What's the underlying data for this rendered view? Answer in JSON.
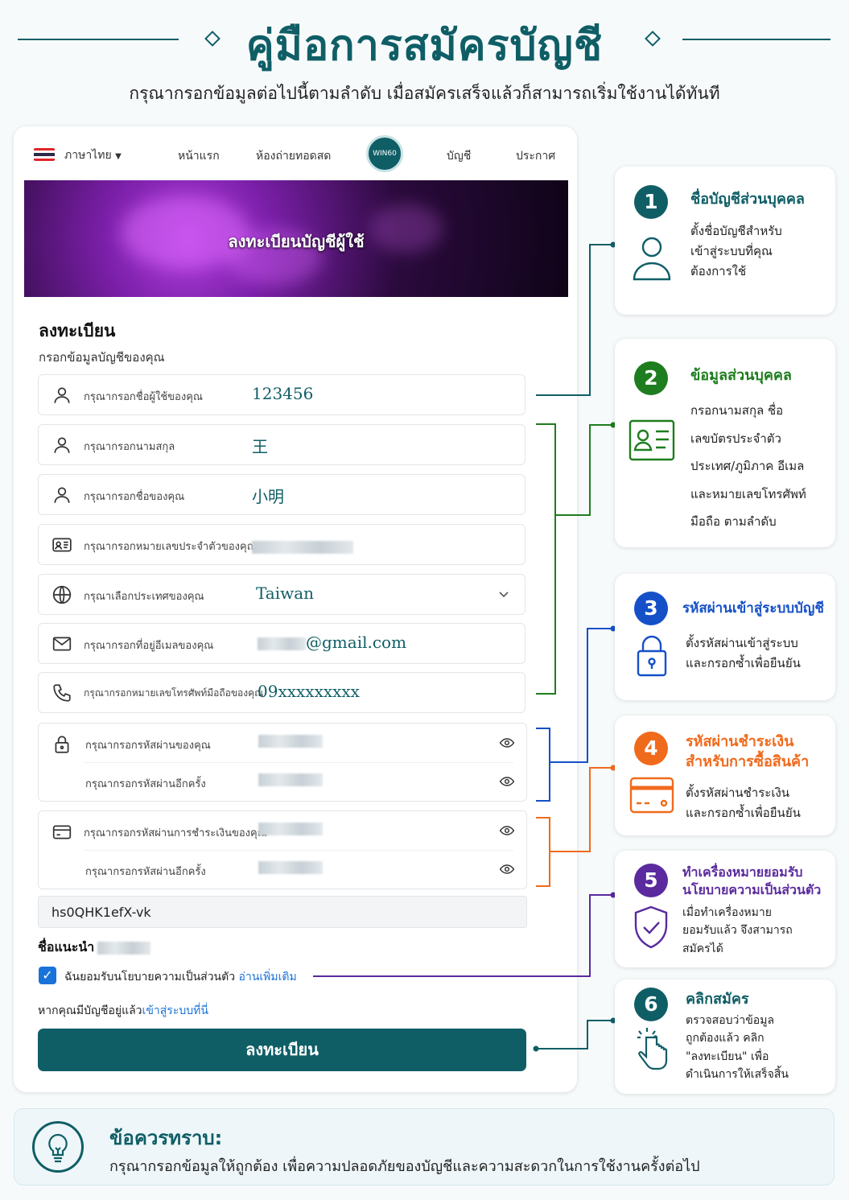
{
  "header": {
    "title": "คู่มือการสมัครบัญชี",
    "subtitle": "กรุณากรอกข้อมูลต่อไปนี้ตามลำดับ เมื่อสมัครเสร็จแล้วก็สามารถเริ่มใช้งานได้ทันที"
  },
  "nav": {
    "language": "ภาษาไทย",
    "items": [
      "หน้าแรก",
      "ห้องถ่ายทอดสด",
      "บัญชี",
      "ประกาศ"
    ],
    "logo_text": "WIN60"
  },
  "banner": {
    "text": "ลงทะเบียนบัญชีผู้ใช้"
  },
  "form": {
    "heading": "ลงทะเบียน",
    "subheading": "กรอกข้อมูลบัญชีของคุณ",
    "fields": [
      {
        "icon": "user-icon",
        "placeholder": "กรุณากรอกชื่อผู้ใช้ของคุณ",
        "value": "123456"
      },
      {
        "icon": "user-icon",
        "placeholder": "กรุณากรอกนามสกุล",
        "value": "王"
      },
      {
        "icon": "user-icon",
        "placeholder": "กรุณากรอกชื่อของคุณ",
        "value": "小明"
      },
      {
        "icon": "id-card-icon",
        "placeholder": "กรุณากรอกหมายเลขประจำตัวของคุณ",
        "value": ""
      },
      {
        "icon": "globe-icon",
        "placeholder": "กรุณาเลือกประเทศของคุณ",
        "value": "Taiwan"
      },
      {
        "icon": "mail-icon",
        "placeholder": "กรุณากรอกที่อยู่อีเมลของคุณ",
        "value": "@gmail.com"
      },
      {
        "icon": "phone-icon",
        "placeholder": "กรุณากรอกหมายเลขโทรศัพท์มือถือของคุณ",
        "value": "09xxxxxxxxx"
      }
    ],
    "login_password": {
      "placeholder": "กรุณากรอกรหัสผ่านของคุณ",
      "confirm_placeholder": "กรุณากรอกรหัสผ่านอีกครั้ง"
    },
    "payment_password": {
      "placeholder": "กรุณากรอกรหัสผ่านการชำระเงินของคุณ",
      "confirm_placeholder": "กรุณากรอกรหัสผ่านอีกครั้ง"
    },
    "referral_code": "hs0QHK1efX-vk",
    "referrer_label": "ชื่อแนะนำ",
    "agree_text": "ฉันยอมรับนโยบายความเป็นส่วนตัว",
    "agree_link": "อ่านเพิ่มเติม",
    "agree_checked": true,
    "has_account_text": "หากคุณมีบัญชีอยู่แล้ว",
    "login_link": "เข้าสู่ระบบที่นี่",
    "submit_label": "ลงทะเบียน"
  },
  "steps": [
    {
      "num": "1",
      "color": "#0f5e66",
      "title": "ชื่อบัญชีส่วนบุคคล",
      "desc": [
        "ตั้งชื่อบัญชีสำหรับ",
        "เข้าสู่ระบบที่คุณ",
        "ต้องการใช้"
      ],
      "icon": "user-icon"
    },
    {
      "num": "2",
      "color": "#1e7d1e",
      "title": "ข้อมูลส่วนบุคคล",
      "desc": [
        "กรอกนามสกุล ชื่อ",
        "เลขบัตรประจำตัว",
        "ประเทศ/ภูมิภาค อีเมล",
        "และหมายเลขโทรศัพท์",
        "มือถือ ตามลำดับ"
      ],
      "icon": "id-card-icon"
    },
    {
      "num": "3",
      "color": "#1550c8",
      "title": "รหัสผ่านเข้าสู่ระบบบัญชี",
      "desc": [
        "ตั้งรหัสผ่านเข้าสู่ระบบ",
        "และกรอกซ้ำเพื่อยืนยัน"
      ],
      "icon": "lock-icon"
    },
    {
      "num": "4",
      "color": "#f06a1c",
      "title": "รหัสผ่านชำระเงิน\nสำหรับการซื้อสินค้า",
      "desc": [
        "ตั้งรหัสผ่านชำระเงิน",
        "และกรอกซ้ำเพื่อยืนยัน"
      ],
      "icon": "credit-card-icon"
    },
    {
      "num": "5",
      "color": "#5a2a9e",
      "title": "ทำเครื่องหมายยอมรับ\nนโยบายความเป็นส่วนตัว",
      "desc": [
        "เมื่อทำเครื่องหมาย",
        "ยอมรับแล้ว จึงสามารถ",
        "สมัครได้"
      ],
      "icon": "shield-check-icon"
    },
    {
      "num": "6",
      "color": "#0f5e66",
      "title": "คลิกสมัคร",
      "desc": [
        "ตรวจสอบว่าข้อมูล",
        "ถูกต้องแล้ว คลิก",
        "\"ลงทะเบียน\" เพื่อ",
        "ดำเนินการให้เสร็จสิ้น"
      ],
      "icon": "hand-pointer-icon"
    }
  ],
  "tip": {
    "title": "ข้อควรทราบ:",
    "text": "กรุณากรอกข้อมูลให้ถูกต้อง เพื่อความปลอดภัยของบัญชีและความสะดวกในการใช้งานครั้งต่อไป",
    "icon": "lightbulb-icon"
  }
}
